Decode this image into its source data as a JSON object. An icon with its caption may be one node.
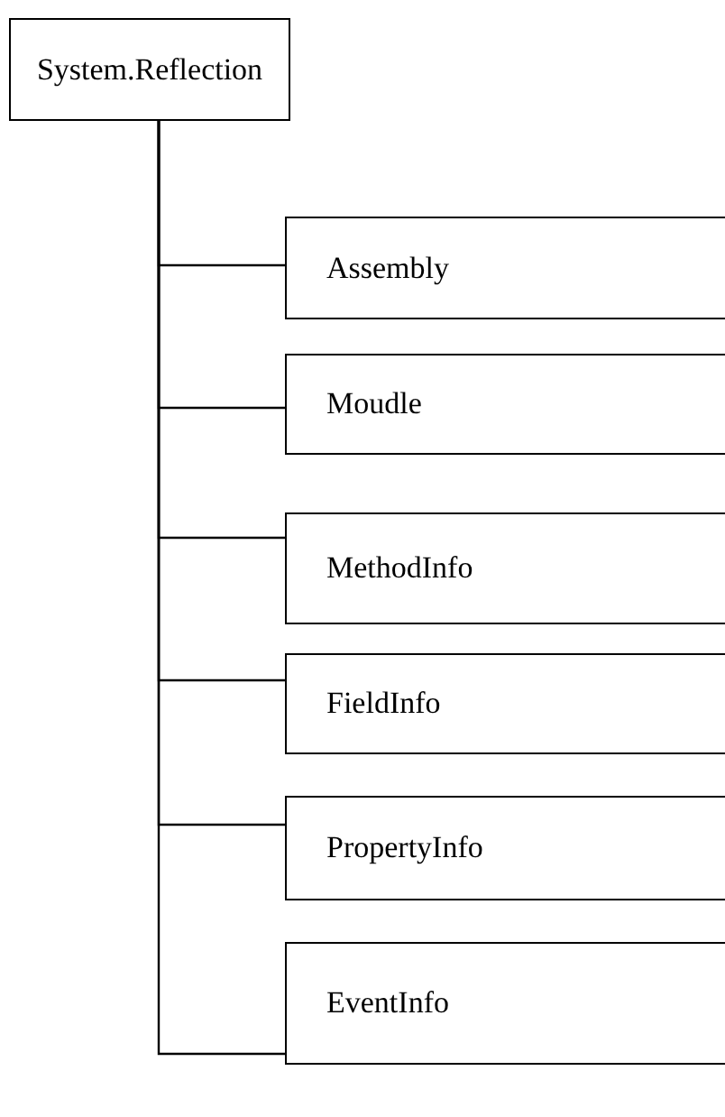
{
  "diagram": {
    "nodes": [
      {
        "text": [
          "System.Reflection"
        ]
      },
      {
        "text": [
          "Assembly"
        ]
      },
      {
        "text": [
          "Moudle"
        ]
      },
      {
        "text": [
          "MethodInfo"
        ]
      },
      {
        "text": [
          "FieldInfo"
        ]
      },
      {
        "text": [
          "PropertyInfo"
        ]
      },
      {
        "text": [
          "EventInfo"
        ]
      }
    ],
    "edges": [
      {
        "from": 0,
        "to": 1,
        "arrow": "none"
      },
      {
        "from": 0,
        "to": 2,
        "arrow": "none"
      },
      {
        "from": 0,
        "to": 3,
        "arrow": "none"
      },
      {
        "from": 0,
        "to": 4,
        "arrow": "none"
      },
      {
        "from": 0,
        "to": 5,
        "arrow": "none"
      },
      {
        "from": 0,
        "to": 6,
        "arrow": "none"
      }
    ]
  }
}
